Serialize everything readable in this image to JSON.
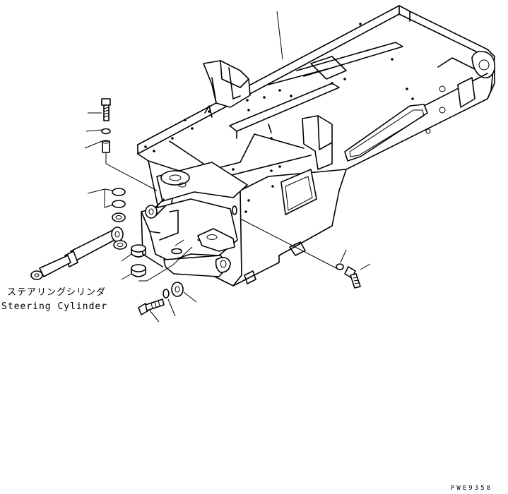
{
  "labels": {
    "part_jp": "ステアリングシリンダ",
    "part_en": "Steering Cylinder"
  },
  "drawing_code": "PWE9358"
}
